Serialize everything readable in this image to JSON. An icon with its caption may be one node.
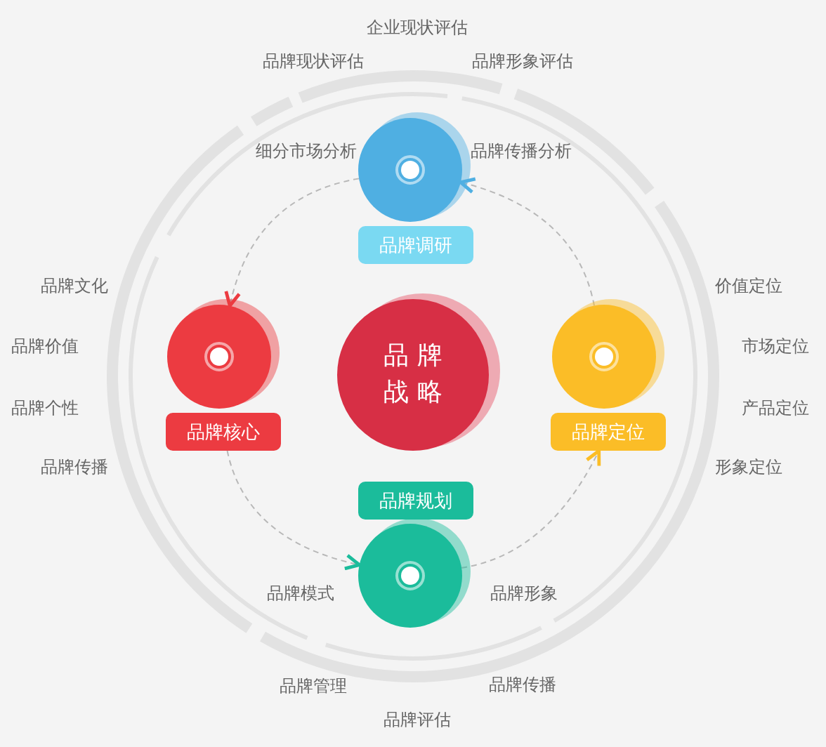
{
  "diagram": {
    "nodes": [
      {
        "text": [],
        "shape": "circle"
      },
      {
        "text": [
          "品牌调研"
        ]
      },
      {
        "text": [],
        "shape": "circle"
      },
      {
        "text": [
          "品牌核心"
        ]
      },
      {
        "text": [
          "品牌战略"
        ]
      },
      {
        "text": [],
        "shape": "circle"
      },
      {
        "text": [
          "品牌定位"
        ]
      },
      {
        "text": [
          "品牌规划"
        ]
      },
      {
        "text": [],
        "shape": "circle"
      }
    ],
    "edges": [
      {
        "from": 0,
        "to": 2,
        "arrow": "to",
        "style": "dashed"
      },
      {
        "from": 3,
        "to": 8,
        "arrow": "to",
        "style": "dashed"
      },
      {
        "from": 8,
        "to": 6,
        "arrow": "to",
        "style": "dashed"
      },
      {
        "from": 5,
        "to": 0,
        "arrow": "to",
        "style": "dashed"
      }
    ],
    "labels": [
      "企业现状评估",
      "品牌现状评估",
      "品牌形象评估",
      "细分市场分析",
      "品牌传播分析",
      "品牌文化",
      "价值定位",
      "品牌价值",
      "市场定位",
      "品牌个性",
      "产品定位",
      "品牌传播",
      "形象定位",
      "品牌模式",
      "品牌形象",
      "品牌管理",
      "品牌传播",
      "品牌评估"
    ]
  }
}
